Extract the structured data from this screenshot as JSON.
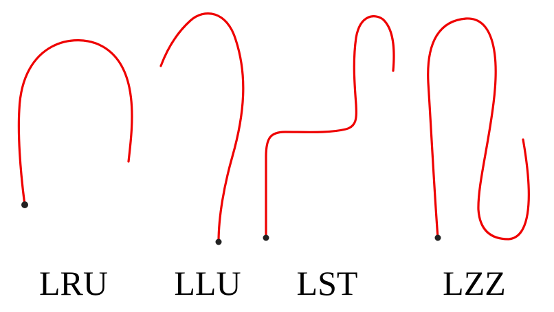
{
  "figure": {
    "curve_color": "#ee0000",
    "start_dot_color": "#222222",
    "panels": [
      {
        "id": "lru",
        "label": "LRU"
      },
      {
        "id": "llu",
        "label": "LLU"
      },
      {
        "id": "lst",
        "label": "LST"
      },
      {
        "id": "lzz",
        "label": "LZZ"
      }
    ]
  }
}
